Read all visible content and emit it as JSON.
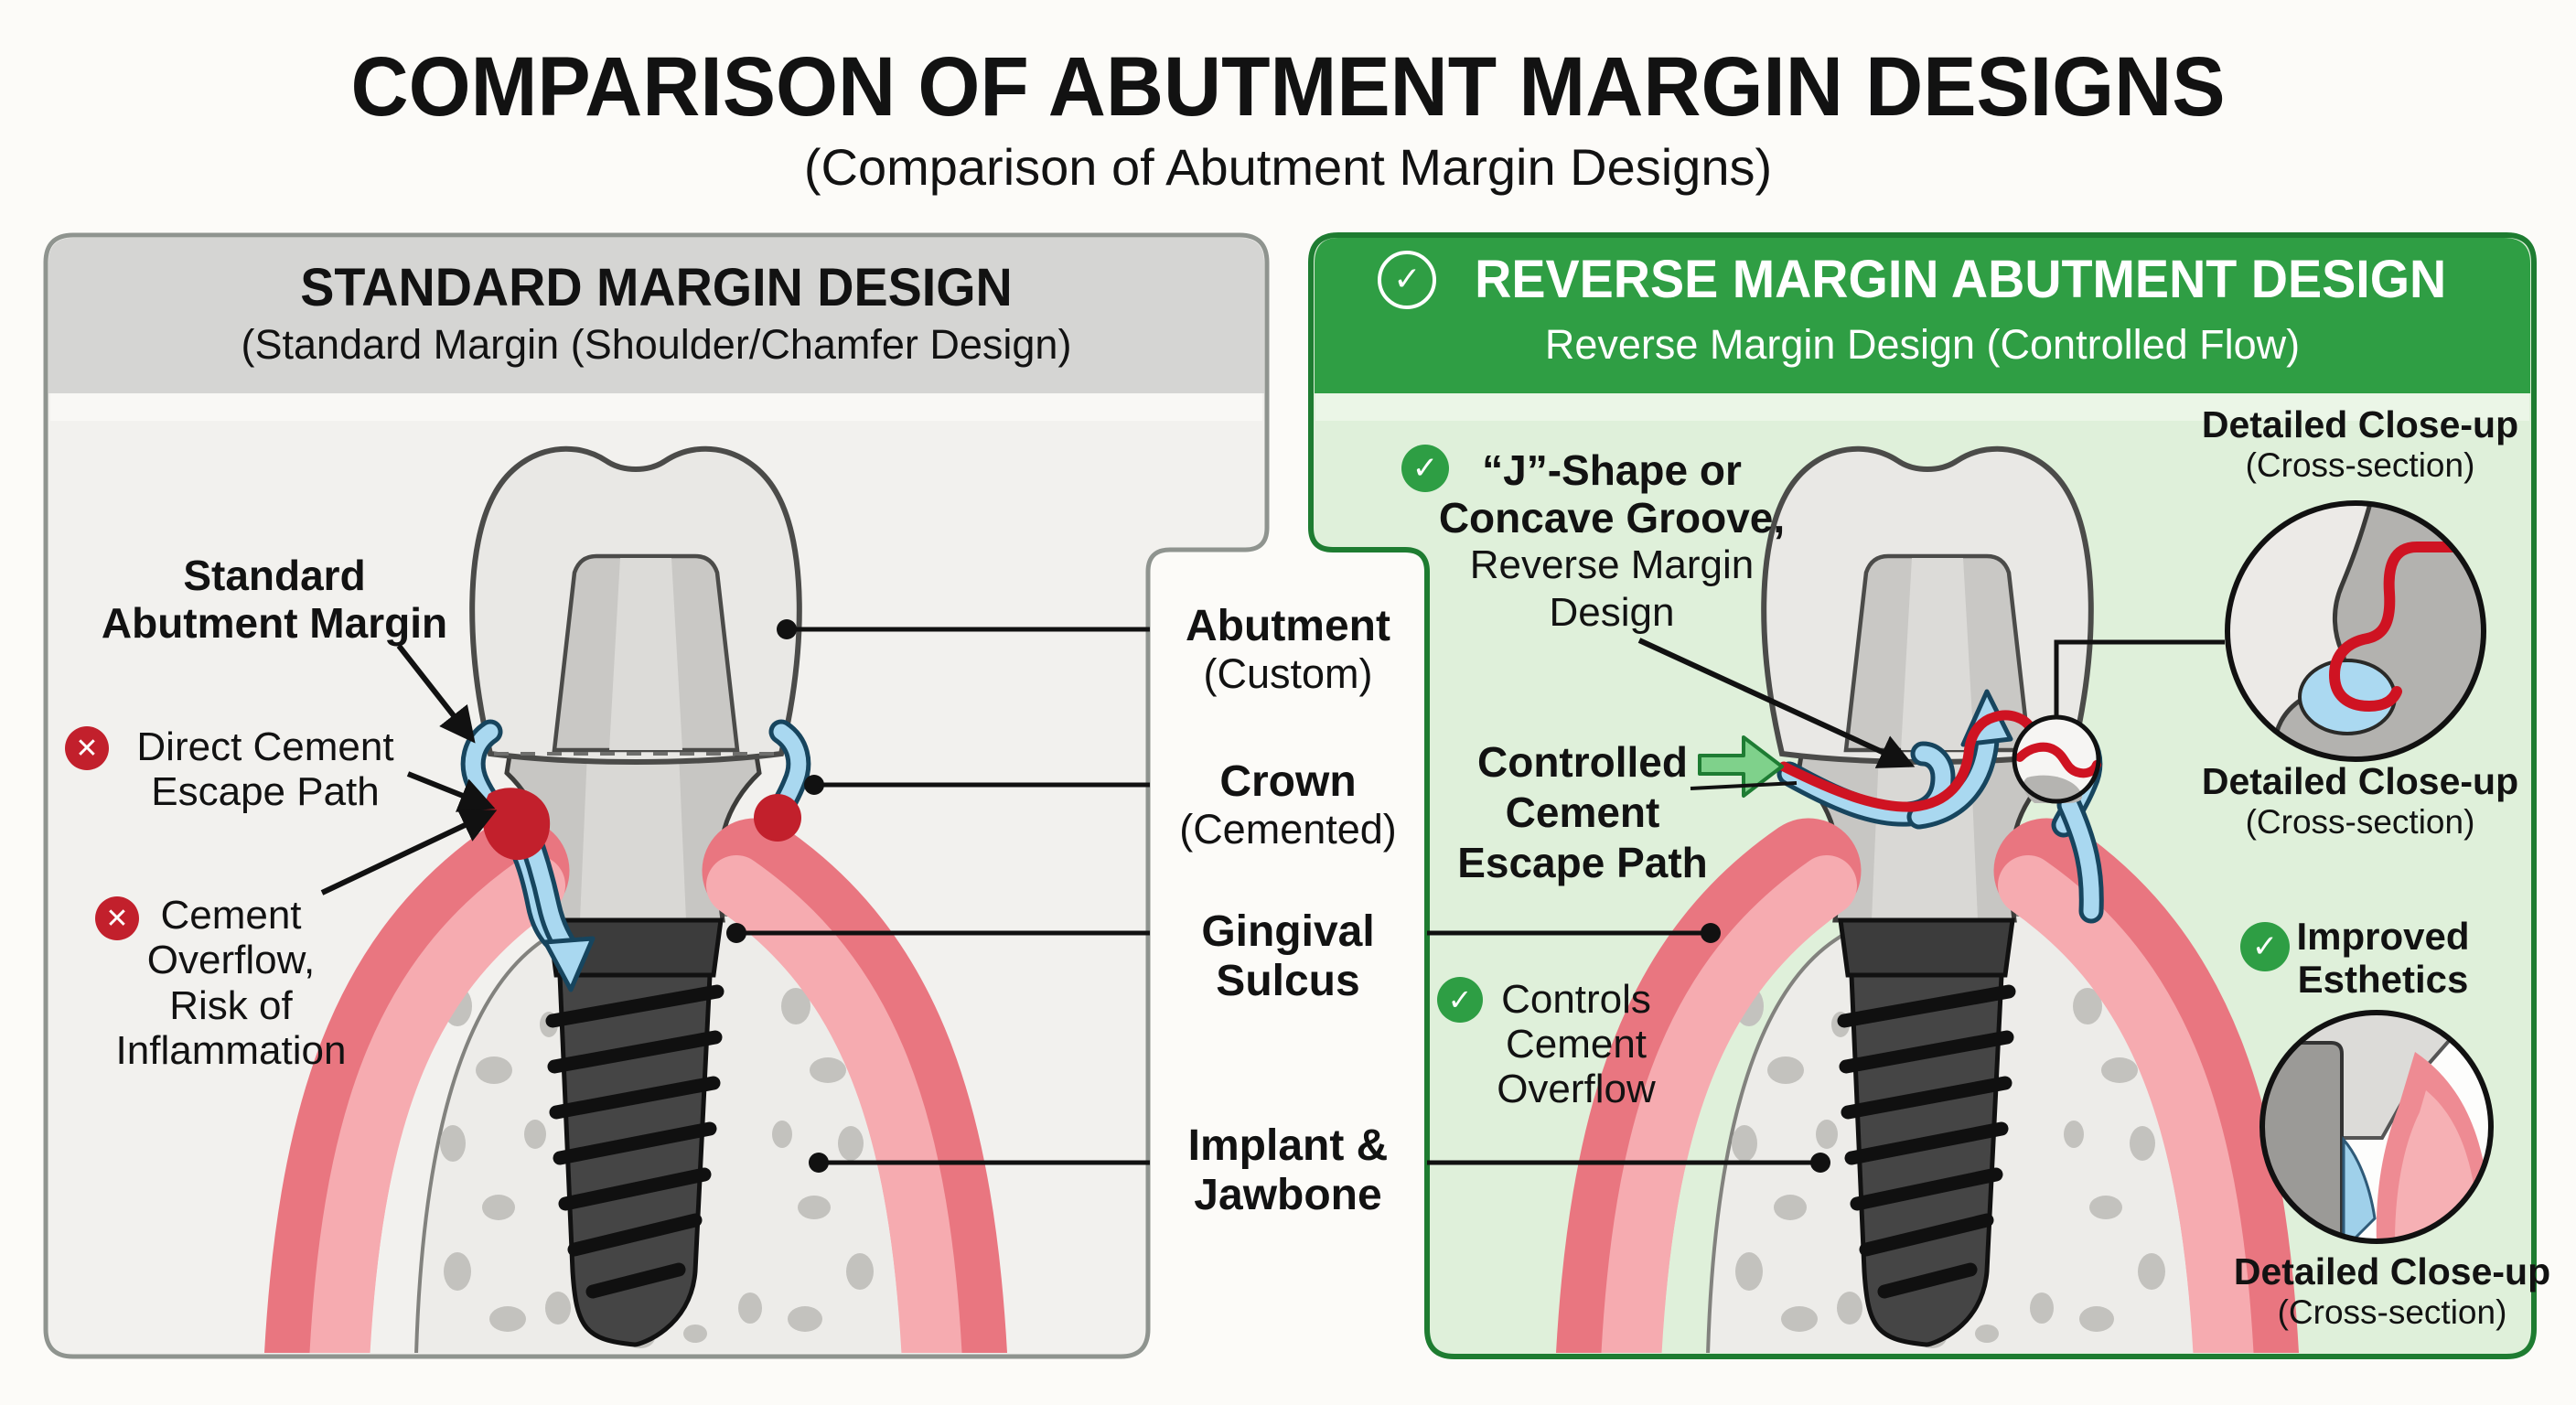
{
  "header": {
    "title": "COMPARISON OF ABUTMENT MARGIN DESIGNS",
    "subtitle": "(Comparison of Abutment Margin Designs)"
  },
  "panels": {
    "standard": {
      "title": "STANDARD MARGIN DESIGN",
      "subtitle": "(Standard Margin (Shoulder/Chamfer Design)"
    },
    "reverse": {
      "title": "REVERSE MARGIN ABUTMENT DESIGN",
      "subtitle": "Reverse Margin Design (Controlled Flow)"
    }
  },
  "labels": {
    "abutment": {
      "line1": "Abutment",
      "line2": "(Custom)"
    },
    "crown": {
      "line1": "Crown",
      "line2": "(Cemented)"
    },
    "gingival": {
      "line1": "Gingival",
      "line2": "Sulcus"
    },
    "implant": {
      "line1": "Implant &",
      "line2": "Jawbone"
    }
  },
  "standard_annotations": {
    "margin_label": {
      "line1": "Standard",
      "line2": "Abutment Margin"
    },
    "escape": {
      "line1": "Direct Cement",
      "line2": "Escape Path"
    },
    "overflow": {
      "line1": "Cement",
      "line2": "Overflow,",
      "line3": "Risk of",
      "line4": "Inflammation"
    }
  },
  "reverse_annotations": {
    "jshape": {
      "line1": "“J”-Shape or",
      "line2": "Concave Groove,",
      "line3": "Reverse Margin",
      "line4": "Design"
    },
    "controlled": {
      "line1": "Controlled",
      "line2": "Cement",
      "line3": "Escape Path"
    },
    "controls": {
      "line1": "Controls",
      "line2": "Cement",
      "line3": "Overflow"
    },
    "improved": {
      "line1": "Improved",
      "line2": "Esthetics"
    }
  },
  "closeups": {
    "top_title": {
      "line1": "Detailed Close-up",
      "line2": "(Cross-section)"
    },
    "top_caption": {
      "line1": "Detailed Close-up",
      "line2": "(Cross-section)"
    },
    "bottom_caption": {
      "line1": "Detailed Close-up",
      "line2": "(Cross-section)"
    }
  },
  "icons": {
    "check": "✓",
    "cross": "✕"
  },
  "colors": {
    "header_green": "#2f9e44",
    "panel_green_light": "#dff0da",
    "panel_gray_header": "#d5d5d3",
    "panel_gray_body": "#f2f1ee",
    "alert_red": "#c2202c",
    "check_green": "#2e9e44",
    "cement_blue": "#a9d8f0",
    "margin_red": "#cf1322",
    "gum_pink": "#e97680",
    "gum_pink_light": "#f6abb0"
  }
}
